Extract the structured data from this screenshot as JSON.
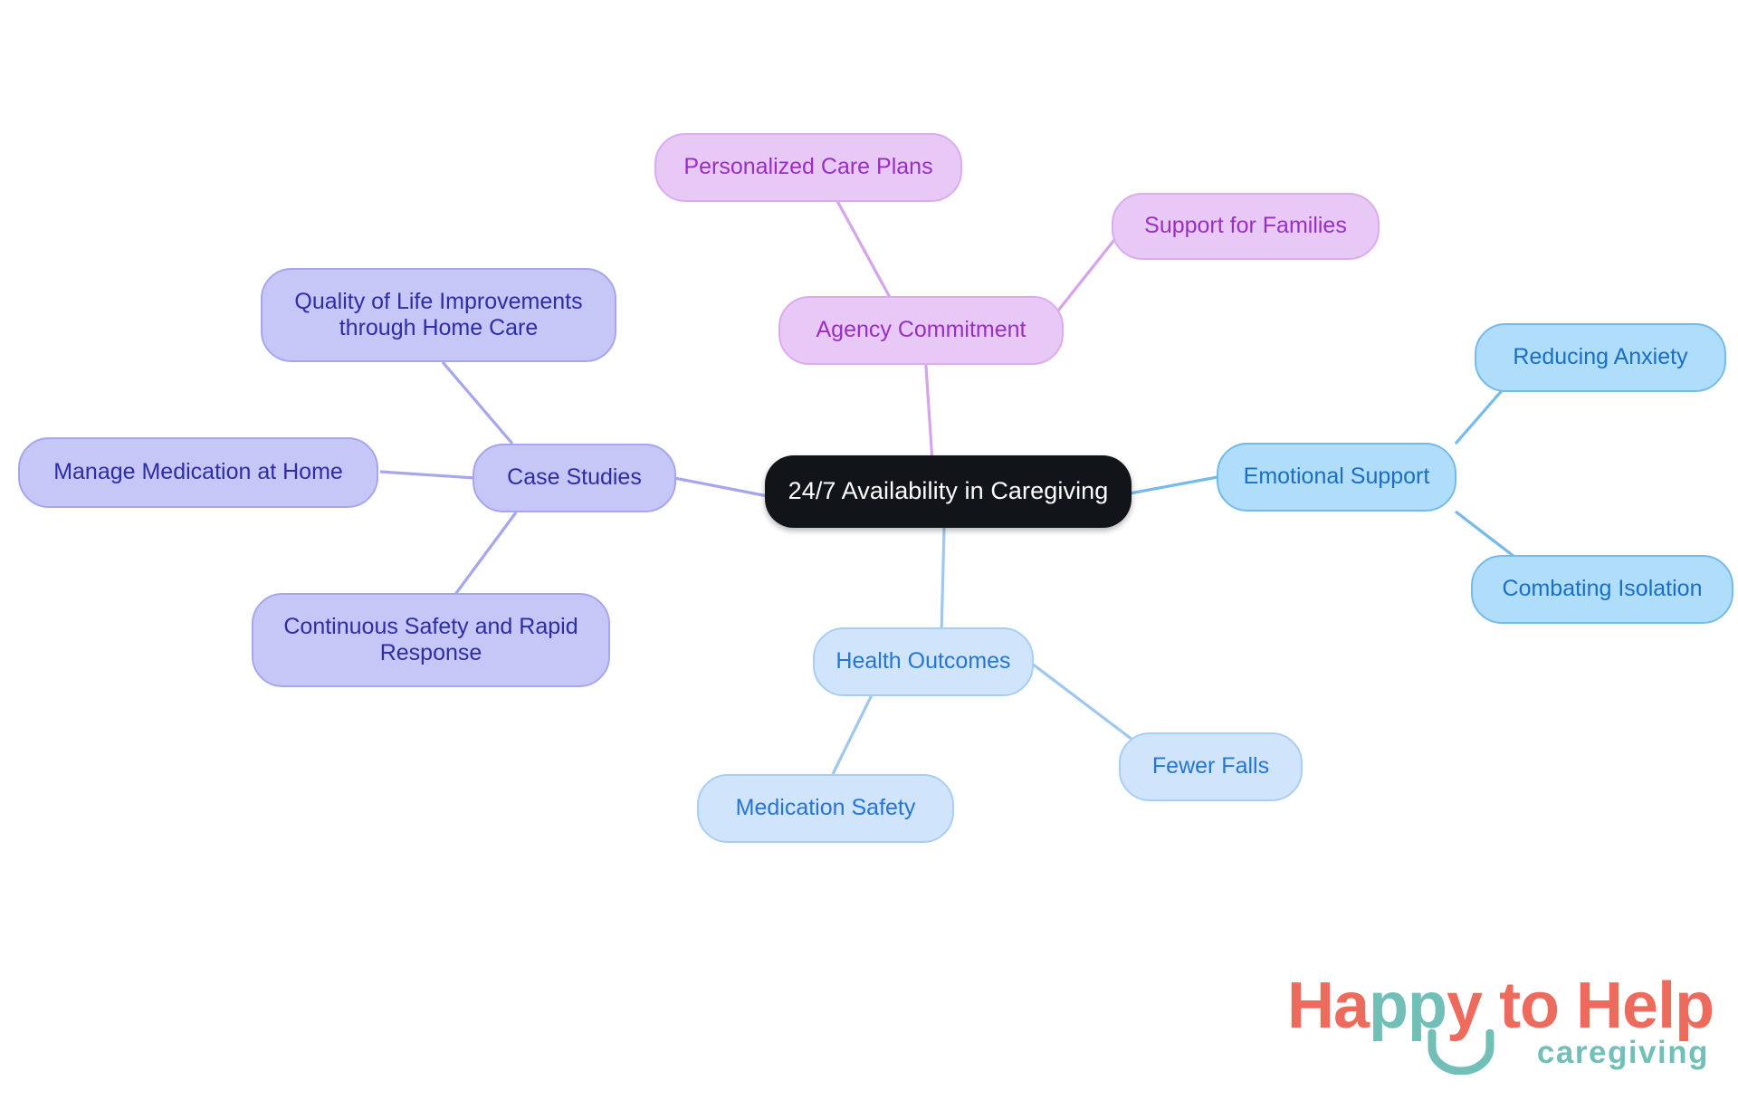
{
  "diagram": {
    "type": "mindmap",
    "title": "24/7 Availability in Caregiving",
    "background_color": "#ffffff",
    "root": {
      "id": "root",
      "label": "24/7 Availability in Caregiving",
      "fill": "#111418",
      "text_color": "#ffffff"
    },
    "branches": [
      {
        "id": "case-studies",
        "label": "Case Studies",
        "fill": "#c6c6f7",
        "border": "#a6a6ee",
        "text_color": "#2d2da6",
        "edge_color": "#a6a6ee",
        "children": [
          {
            "id": "quality-of-life",
            "label": "Quality of Life Improvements\nthrough Home Care"
          },
          {
            "id": "manage-medication",
            "label": "Manage Medication at Home"
          },
          {
            "id": "continuous-safety",
            "label": "Continuous Safety and Rapid\nResponse"
          }
        ]
      },
      {
        "id": "agency-commitment",
        "label": "Agency Commitment",
        "fill": "#e8c9f6",
        "border": "#dbabef",
        "text_color": "#9a2ec3",
        "edge_color": "#d6a4ec",
        "children": [
          {
            "id": "personalized-care-plans",
            "label": "Personalized Care Plans"
          },
          {
            "id": "support-for-families",
            "label": "Support for Families"
          }
        ]
      },
      {
        "id": "emotional-support",
        "label": "Emotional Support",
        "fill": "#b0defa",
        "border": "#74baea",
        "text_color": "#1a6ec4",
        "edge_color": "#74baea",
        "children": [
          {
            "id": "reducing-anxiety",
            "label": "Reducing Anxiety"
          },
          {
            "id": "combating-isolation",
            "label": "Combating Isolation"
          }
        ]
      },
      {
        "id": "health-outcomes",
        "label": "Health Outcomes",
        "fill": "#d0e5fb",
        "border": "#aacef3",
        "text_color": "#2575d2",
        "edge_color": "#9ec8f0",
        "children": [
          {
            "id": "medication-safety",
            "label": "Medication Safety"
          },
          {
            "id": "fewer-falls",
            "label": "Fewer Falls"
          }
        ]
      }
    ]
  },
  "logo": {
    "word_1": "Ha",
    "word_2": "pp",
    "word_3": "y to Help",
    "tagline": "caregiving",
    "coral": "#ec6b5d",
    "teal": "#72bfb8",
    "smile_icon": "smile-arc-icon"
  }
}
